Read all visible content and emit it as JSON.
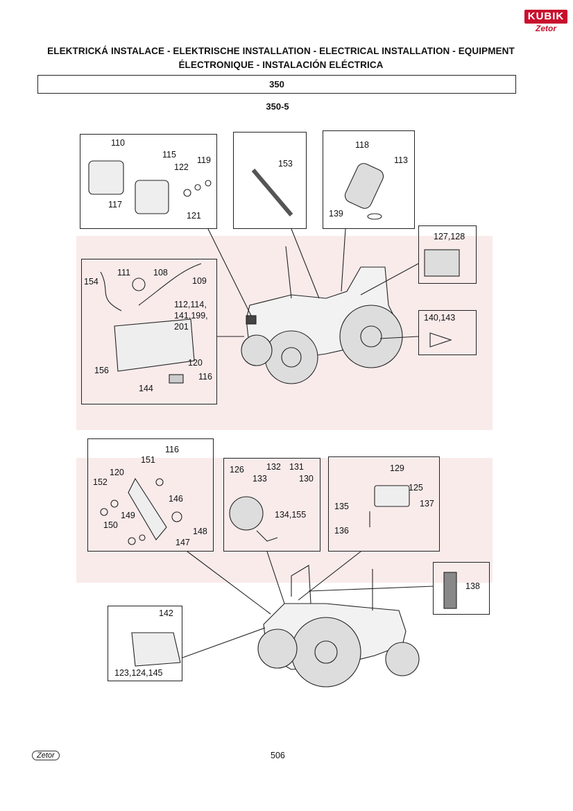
{
  "header": {
    "title_line1": "ELEKTRICKÁ INSTALACE - ELEKTRISCHE INSTALLATION - ELECTRICAL INSTALLATION - EQUIPMENT",
    "title_line2": "ÉLECTRONIQUE - INSTALACIÓN ELÉCTRICA",
    "model": "350",
    "subtitle": "350-5"
  },
  "logo": {
    "brand": "KUBIK",
    "sub": "Zetor"
  },
  "boxes": {
    "headlamps": [
      "110",
      "115",
      "122",
      "119",
      "117",
      "121"
    ],
    "connector": [
      "153"
    ],
    "horn": [
      "118",
      "113",
      "139"
    ],
    "rear_lamp": [
      "127,128"
    ],
    "battery": [
      "111",
      "108",
      "109",
      "154",
      "112,114,",
      "141,199,",
      "201",
      "156",
      "120",
      "116",
      "144"
    ],
    "strip": [
      "140,143"
    ],
    "bracket": [
      "116",
      "151",
      "120",
      "152",
      "146",
      "149",
      "150",
      "148",
      "147"
    ],
    "socket": [
      "126",
      "132",
      "131",
      "133",
      "130",
      "134,155"
    ],
    "work_lamp": [
      "129",
      "125",
      "135",
      "137",
      "136"
    ],
    "reflector": [
      "138"
    ],
    "tail_lamp": [
      "142",
      "123,124,145"
    ]
  },
  "footer": {
    "page": "506",
    "logo": "Zetor"
  }
}
